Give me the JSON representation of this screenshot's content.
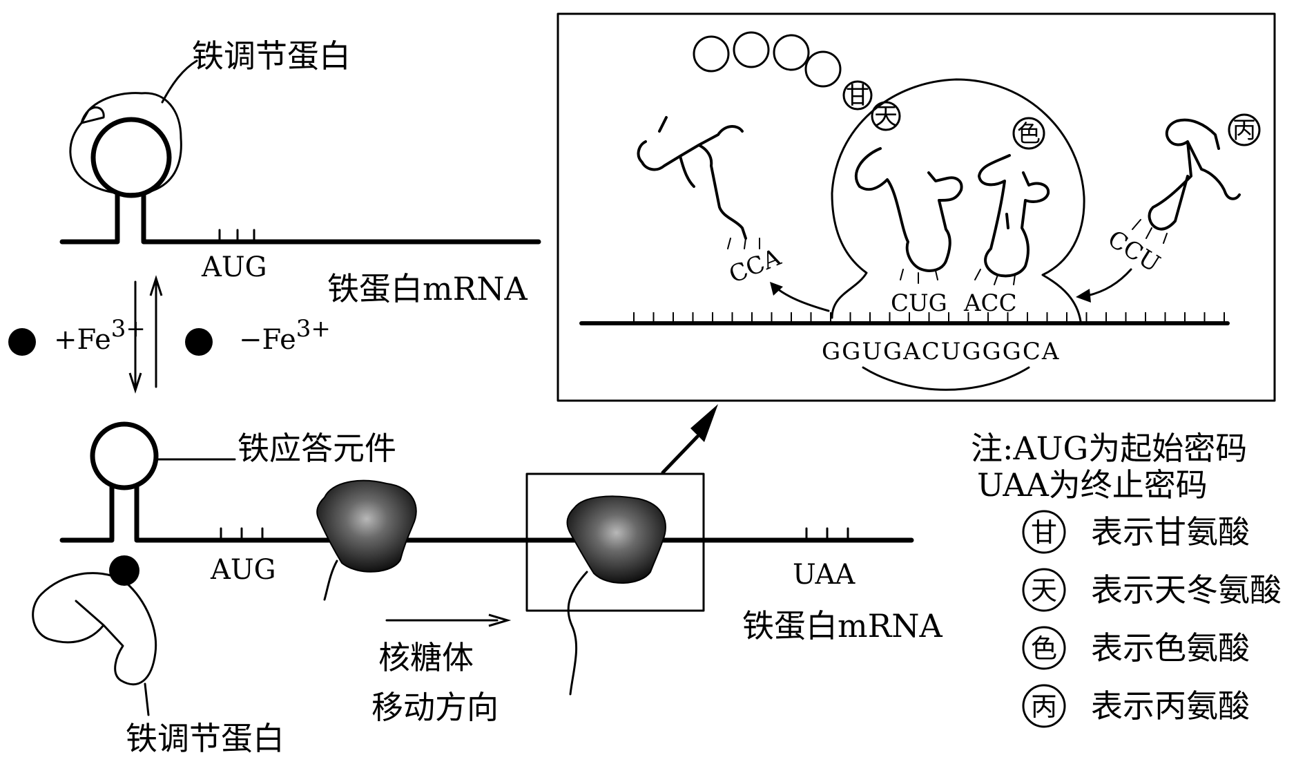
{
  "labels": {
    "iron_regulatory_protein_top": "铁调节蛋白",
    "iron_regulatory_protein_bottom": "铁调节蛋白",
    "iron_response_element": "铁应答元件",
    "mrna_top": "铁蛋白mRNA",
    "mrna_bottom": "铁蛋白mRNA",
    "codon_aug_top": "AUG",
    "codon_aug_bottom": "AUG",
    "codon_uaa": "UAA",
    "plus_fe": "+Fe",
    "minus_fe": "−Fe",
    "fe_superscript": "3+",
    "ribosome_direction_line1": "核糖体",
    "ribosome_direction_line2": "移动方向"
  },
  "inset": {
    "anticodon_left": "CCA",
    "anticodon_right": "CCU",
    "anticodon_p_site": "CUG",
    "anticodon_a_site": "ACC",
    "mrna_sequence": "GGUGACUGGGCA",
    "amino_acid_gan": "甘",
    "amino_acid_tian": "天",
    "amino_acid_se": "色",
    "amino_acid_bing": "丙"
  },
  "note": {
    "line1": "注:AUG为起始密码",
    "line2": "UAA为终止密码",
    "legend": [
      {
        "symbol": "甘",
        "text": "表示甘氨酸"
      },
      {
        "symbol": "天",
        "text": "表示天冬氨酸"
      },
      {
        "symbol": "色",
        "text": "表示色氨酸"
      },
      {
        "symbol": "丙",
        "text": "表示丙氨酸"
      }
    ]
  }
}
